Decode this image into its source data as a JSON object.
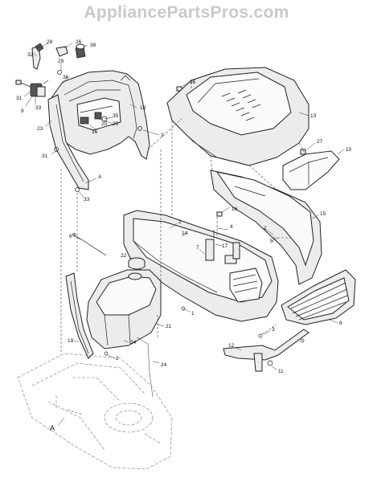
{
  "watermark": "AppliancePartsPros.com",
  "callouts": [
    {
      "id": "c28",
      "text": "28"
    },
    {
      "id": "c26",
      "text": "26"
    },
    {
      "id": "c38",
      "text": "38"
    },
    {
      "id": "c32",
      "text": "32"
    },
    {
      "id": "c29",
      "text": "29"
    },
    {
      "id": "c36a",
      "text": "36"
    },
    {
      "id": "c31a",
      "text": "31"
    },
    {
      "id": "c33a",
      "text": "33"
    },
    {
      "id": "c9",
      "text": "9"
    },
    {
      "id": "c20",
      "text": "20"
    },
    {
      "id": "c35",
      "text": "35"
    },
    {
      "id": "c25",
      "text": "25"
    },
    {
      "id": "c36b",
      "text": "36"
    },
    {
      "id": "c18",
      "text": "18"
    },
    {
      "id": "c23",
      "text": "23"
    },
    {
      "id": "c2a",
      "text": "2"
    },
    {
      "id": "c31b",
      "text": "31"
    },
    {
      "id": "cA1",
      "text": "A"
    },
    {
      "id": "c33b",
      "text": "33"
    },
    {
      "id": "c36c",
      "text": "36"
    },
    {
      "id": "c13",
      "text": "13"
    },
    {
      "id": "c27",
      "text": "27"
    },
    {
      "id": "c10",
      "text": "10"
    },
    {
      "id": "c16",
      "text": "16"
    },
    {
      "id": "c15",
      "text": "15"
    },
    {
      "id": "c2b",
      "text": "2"
    },
    {
      "id": "c14",
      "text": "14"
    },
    {
      "id": "c4",
      "text": "4"
    },
    {
      "id": "c2c",
      "text": "2"
    },
    {
      "id": "c5",
      "text": "5"
    },
    {
      "id": "c6",
      "text": "6"
    },
    {
      "id": "c17",
      "text": "17"
    },
    {
      "id": "c22",
      "text": "22"
    },
    {
      "id": "c7",
      "text": "7"
    },
    {
      "id": "c1",
      "text": "1"
    },
    {
      "id": "c8",
      "text": "8"
    },
    {
      "id": "c21",
      "text": "21"
    },
    {
      "id": "c19",
      "text": "19"
    },
    {
      "id": "c34",
      "text": "34"
    },
    {
      "id": "c2d",
      "text": "2"
    },
    {
      "id": "c24",
      "text": "24"
    },
    {
      "id": "c3",
      "text": "3"
    },
    {
      "id": "c12",
      "text": "12"
    },
    {
      "id": "c11",
      "text": "11"
    },
    {
      "id": "cA2",
      "text": "A"
    }
  ]
}
